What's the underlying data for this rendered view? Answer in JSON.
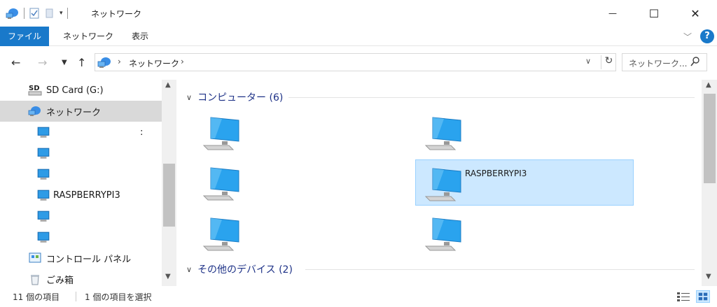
{
  "window": {
    "title": "ネットワーク",
    "min_glyph": "—",
    "max_glyph": "☐",
    "close_glyph": "✕"
  },
  "ribbon": {
    "tabs": [
      {
        "label": "ファイル",
        "active": true
      },
      {
        "label": "ネットワーク"
      },
      {
        "label": "表示"
      }
    ],
    "help_glyph": "?"
  },
  "address": {
    "path": "ネットワーク",
    "search_placeholder": "ネットワーク..."
  },
  "nav_pane": {
    "items": [
      {
        "label": "SD Card (G:)",
        "icon": "sd-card-icon"
      },
      {
        "label": "ネットワーク",
        "icon": "network-icon",
        "selected": true
      },
      {
        "label": "",
        "icon": "computer-icon",
        "trailing": ":"
      },
      {
        "label": "",
        "icon": "computer-icon"
      },
      {
        "label": "",
        "icon": "computer-icon"
      },
      {
        "label": "RASPBERRYPI3",
        "icon": "computer-icon"
      },
      {
        "label": "",
        "icon": "computer-icon"
      },
      {
        "label": "",
        "icon": "computer-icon"
      },
      {
        "label": "コントロール パネル",
        "icon": "control-panel-icon"
      },
      {
        "label": "ごみ箱",
        "icon": "recycle-bin-icon"
      }
    ]
  },
  "content": {
    "groups": [
      {
        "label": "コンピューター (6)"
      },
      {
        "label": "その他のデバイス (2)"
      }
    ],
    "computers": [
      {
        "label": ""
      },
      {
        "label": ""
      },
      {
        "label": ""
      },
      {
        "label": "RASPBERRYPI3",
        "selected": true
      },
      {
        "label": ""
      },
      {
        "label": ""
      }
    ]
  },
  "status": {
    "count": "11 個の項目",
    "selection": "1 個の項目を選択"
  },
  "colors": {
    "accent": "#1979ca",
    "selection": "#cce8ff",
    "selection_border": "#99d1ff",
    "group_header": "#1e3287"
  }
}
